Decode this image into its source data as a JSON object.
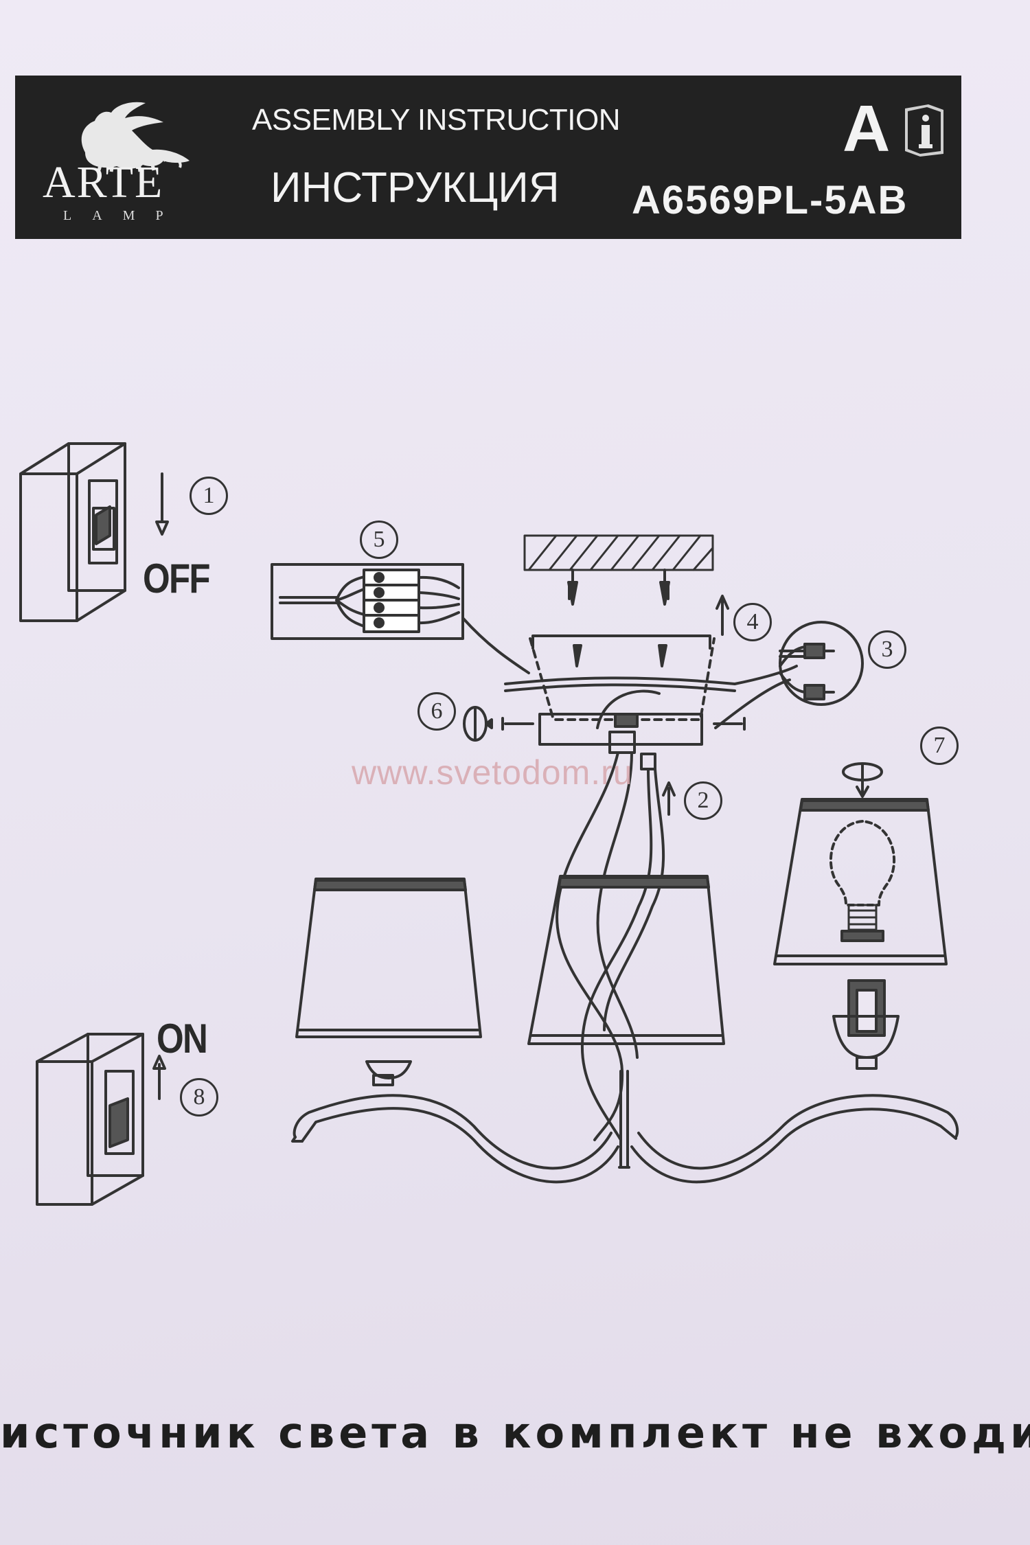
{
  "header": {
    "brand": "ARTE",
    "brand_sub": "LAMP",
    "title_en": "ASSEMBLY INSTRUCTION",
    "title_ru": "ИНСТРУКЦИЯ",
    "letter": "A",
    "model": "A6569PL-5AB"
  },
  "labels": {
    "off": "OFF",
    "on": "ON"
  },
  "steps": [
    "1",
    "2",
    "3",
    "4",
    "5",
    "6",
    "7",
    "8"
  ],
  "watermark": "www.svetodom.ru",
  "footer": {
    "note": "источник света в комплект не входит"
  },
  "colors": {
    "paper": "#ece7f2",
    "header_bg": "#222222",
    "ink": "#2b2b2b",
    "watermark": "#d8a7ae"
  }
}
